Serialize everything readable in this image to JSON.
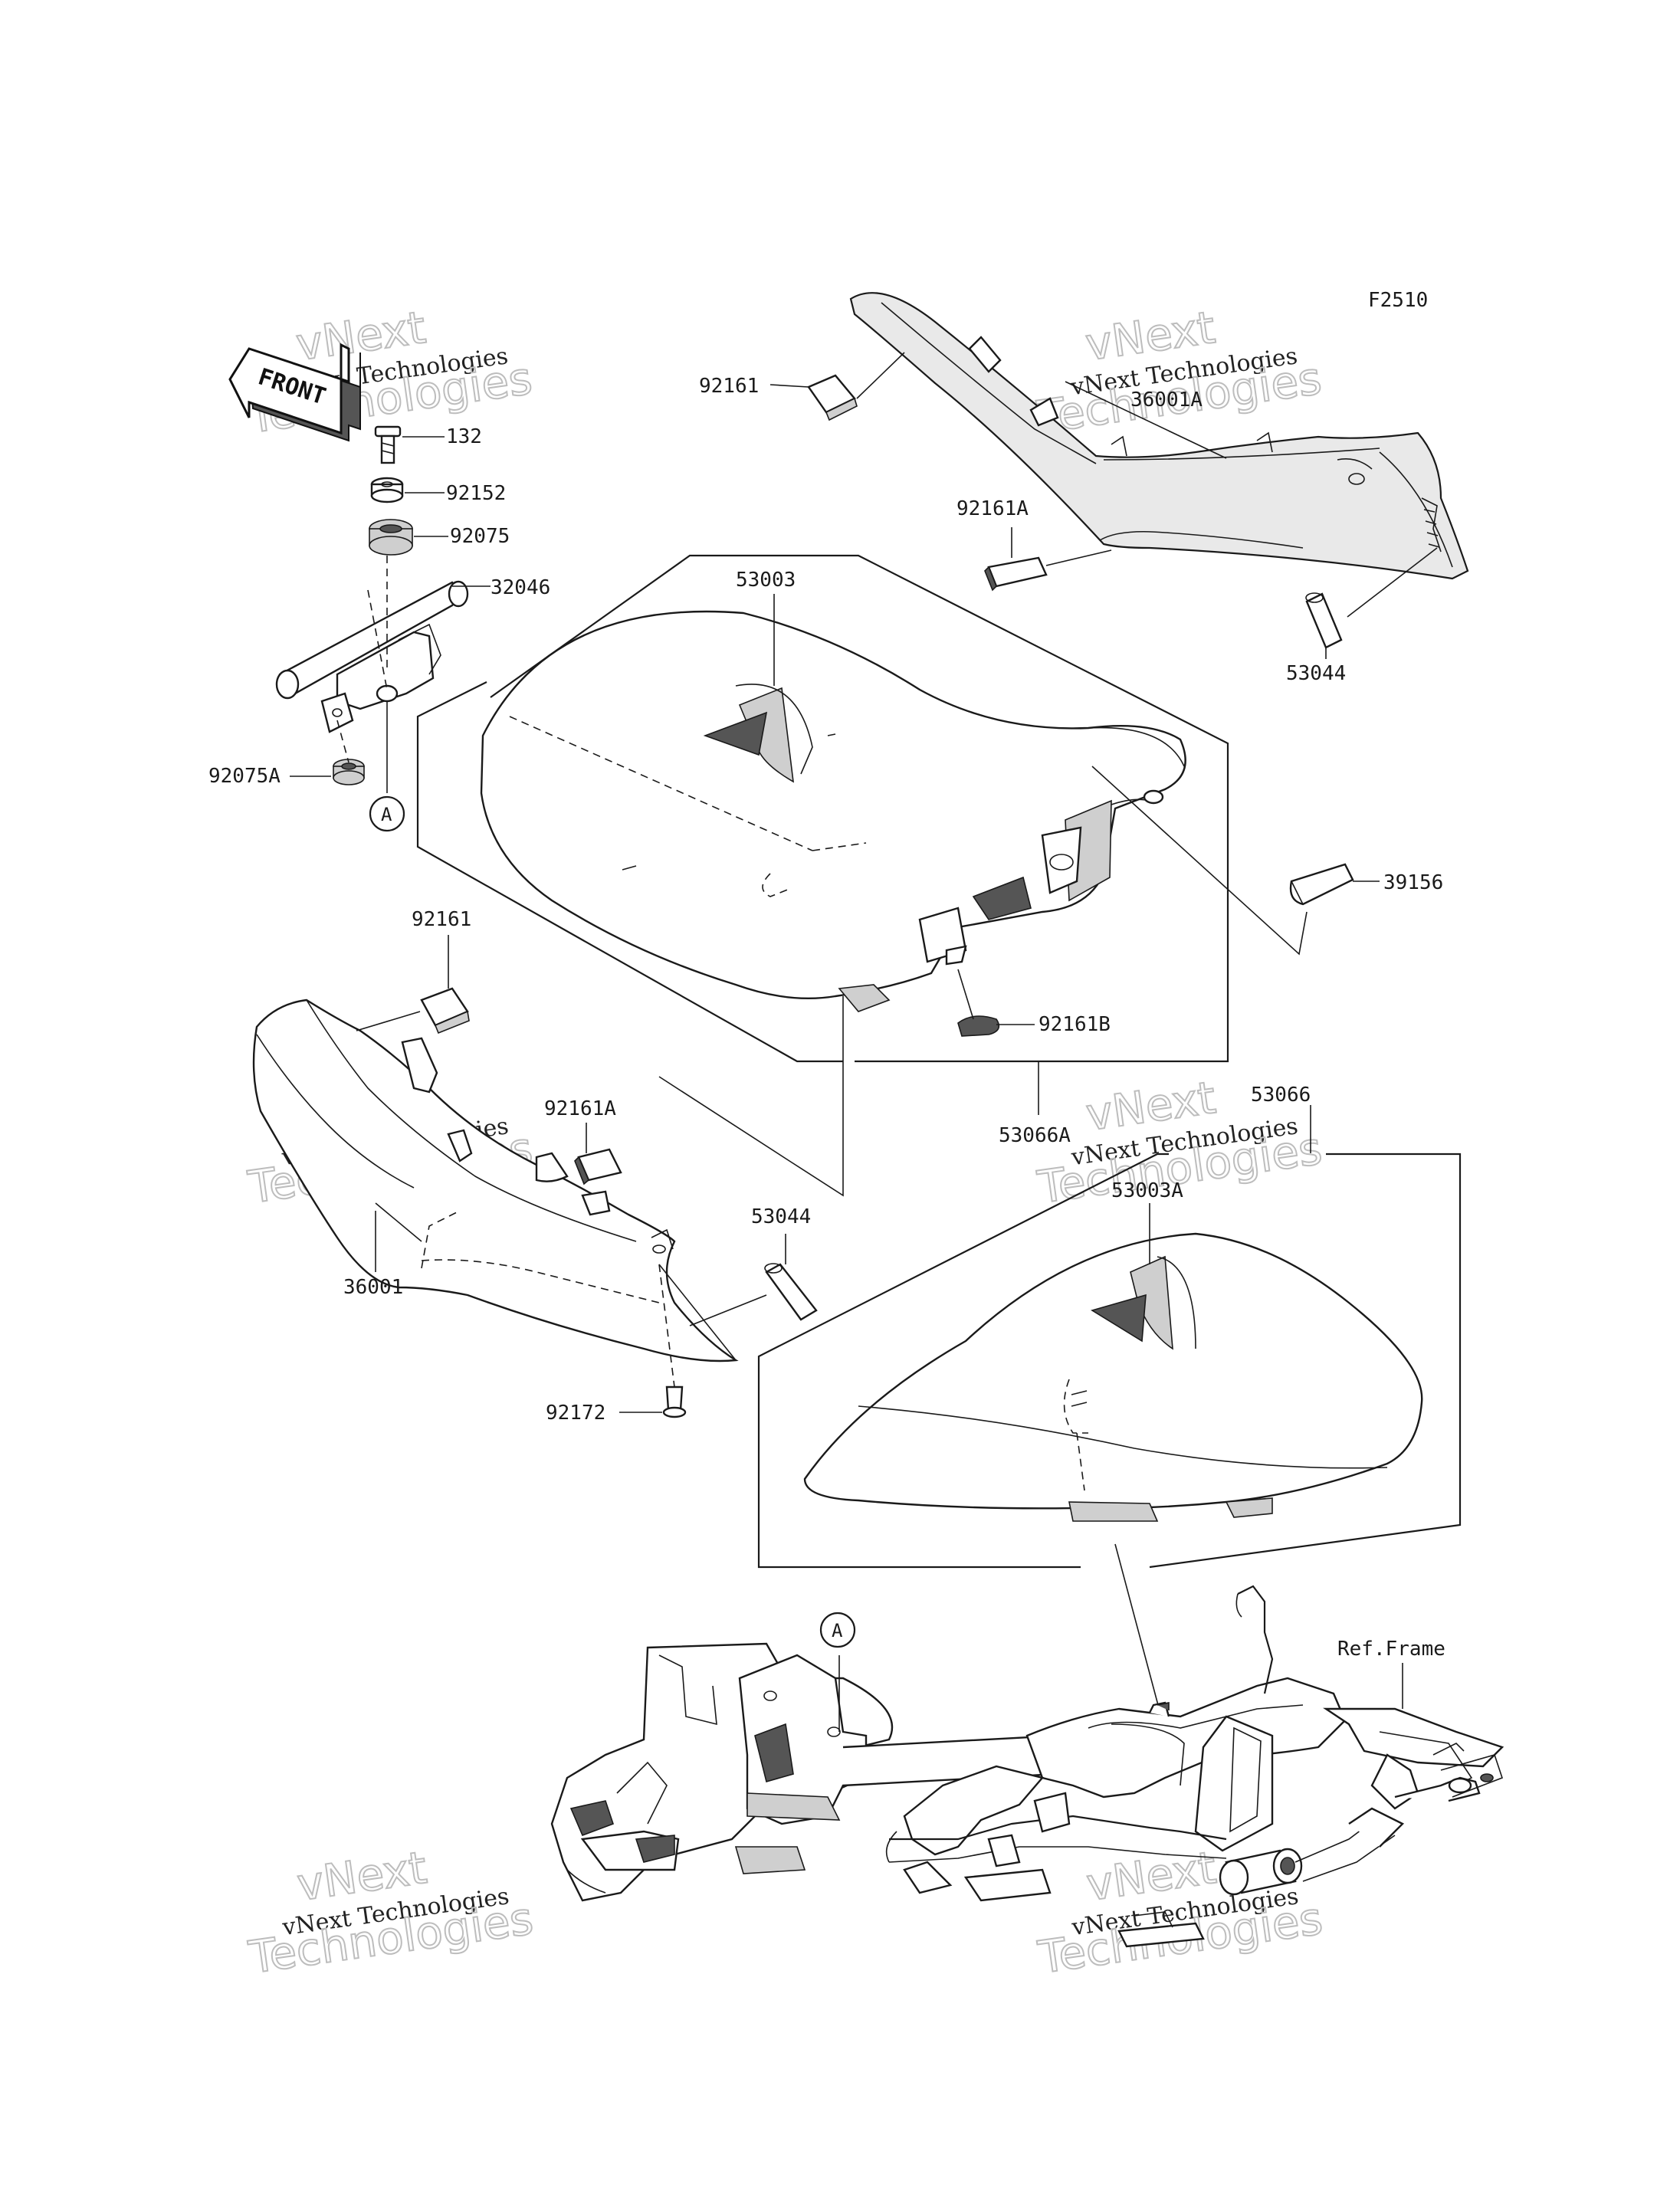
{
  "diagram_code": "F2510",
  "front_label": "FRONT",
  "ref_frame_label": "Ref.Frame",
  "watermark": {
    "line1": "vNext Technologies",
    "line2": "vNext",
    "line3": "Technologies"
  },
  "circle_marker": "A",
  "parts": {
    "p132": "132",
    "p92152": "92152",
    "p92075": "92075",
    "p32046": "32046",
    "p92075A": "92075A",
    "p53003": "53003",
    "p92161_top": "92161",
    "p36001A": "36001A",
    "p92161A_top": "92161A",
    "p53044_top": "53044",
    "p39156": "39156",
    "p92161B": "92161B",
    "p53066A": "53066A",
    "p53066": "53066",
    "p53003A": "53003A",
    "p92161_left": "92161",
    "p92161A_left": "92161A",
    "p36001": "36001",
    "p53044_mid": "53044",
    "p92172": "92172"
  }
}
